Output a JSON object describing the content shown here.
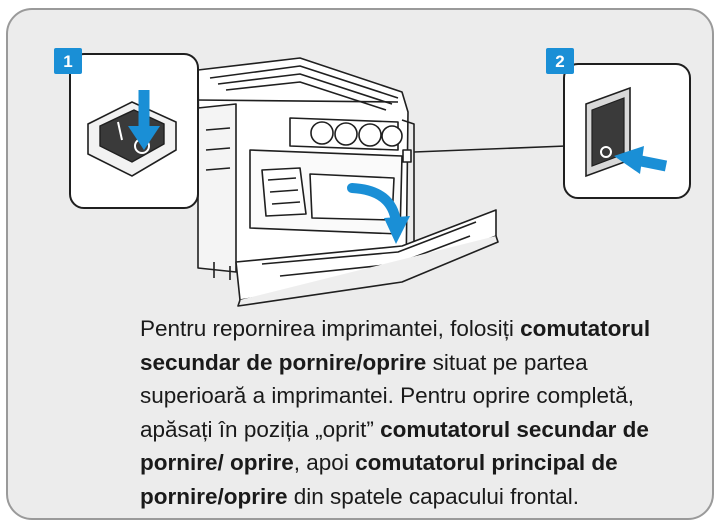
{
  "callouts": [
    {
      "number": "1",
      "badge_color": "#1a8fd6"
    },
    {
      "number": "2",
      "badge_color": "#1a8fd6"
    }
  ],
  "arrow_color": "#1a8fd6",
  "caption": {
    "s1": "Pentru repornirea imprimantei, folosiți ",
    "b1": "comutatorul secundar de pornire/oprire",
    "s2": " situat pe partea superioară a imprimantei. Pentru oprire completă, apăsați în poziția „oprit” ",
    "b2": "comutatorul secundar de pornire/ oprire",
    "s3": ", apoi ",
    "b3": "comutatorul principal de pornire/oprire",
    "s4": " din spatele capacului frontal."
  }
}
